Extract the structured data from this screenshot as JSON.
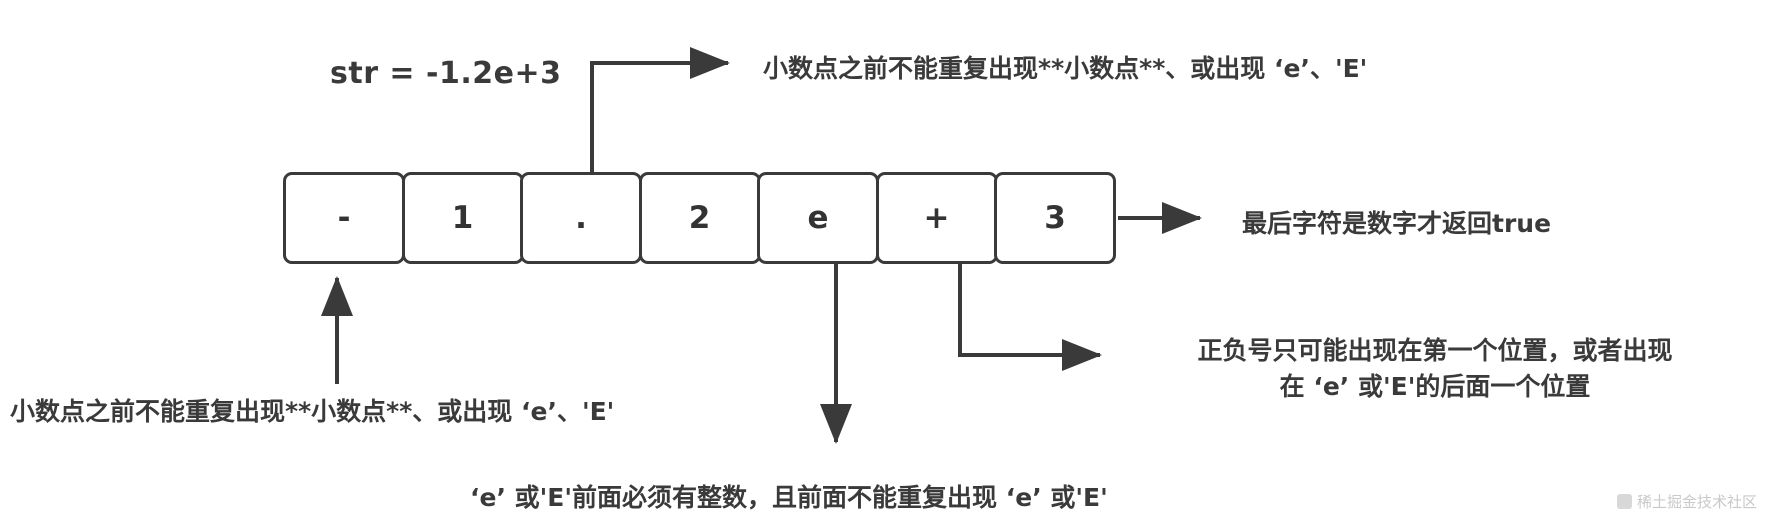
{
  "diagram": {
    "expression_label": "str = -1.2e+3",
    "cells": [
      {
        "char": "-",
        "name": "cell-minus"
      },
      {
        "char": "1",
        "name": "cell-one"
      },
      {
        "char": ".",
        "name": "cell-dot"
      },
      {
        "char": "2",
        "name": "cell-two"
      },
      {
        "char": "e",
        "name": "cell-e"
      },
      {
        "char": "+",
        "name": "cell-plus"
      },
      {
        "char": "3",
        "name": "cell-three"
      }
    ],
    "annotations": {
      "top_rule": "小数点之前不能重复出现**小数点**、或出现 ‘e’、'E'",
      "right_rule": "最后字符是数字才返回true",
      "sign_rule": "正负号只可能出现在第一个位置，或者出现在 ‘e’ 或'E'的后面一个位置",
      "bottom_left_rule": "小数点之前不能重复出现**小数点**、或出现 ‘e’、'E'",
      "bottom_rule": "‘e’ 或'E'前面必须有整数，且前面不能重复出现 ‘e’ 或'E'"
    },
    "colors": {
      "stroke": "#3a3a3a",
      "text": "#3a3a3a",
      "background": "#ffffff",
      "watermark": "#c9c9c9"
    }
  },
  "watermark": {
    "text": "稀土掘金技术社区"
  }
}
